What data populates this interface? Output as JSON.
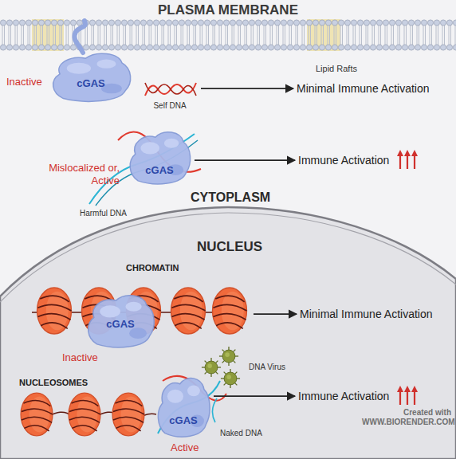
{
  "diagram": {
    "title": "PLASMA MEMBRANE",
    "nodes": [
      {
        "text": [
          "cGAS"
        ]
      },
      {
        "text": [
          "Self DNA"
        ]
      },
      {
        "text": [
          "Minimal Immune Activation"
        ]
      },
      {
        "text": [
          "cGAS"
        ]
      },
      {
        "text": [
          "Immune Activation"
        ]
      },
      {
        "text": [
          "CHROMATIN"
        ]
      },
      {
        "text": [
          "cGAS"
        ],
        "in": 5
      },
      {
        "text": [
          "Minimal Immune Activation"
        ]
      },
      {
        "text": [
          "cGAS"
        ]
      },
      {
        "text": [
          "Immune Activation"
        ]
      }
    ],
    "edges": [
      {
        "from": 1,
        "to": 2,
        "arrow": "to"
      },
      {
        "from": 3,
        "to": 4,
        "arrow": "to"
      },
      {
        "from": 5,
        "to": 7,
        "arrow": "to"
      },
      {
        "from": 8,
        "to": 9,
        "arrow": "to"
      }
    ],
    "labels": [
      "Lipid Rafts",
      "Inactive",
      "Mislocalized or, Active",
      "Harmful DNA",
      "CYTOPLASM",
      "NUCLEUS",
      "NUCLEOSOMES",
      "DNA Virus",
      "Naked DNA",
      "Active",
      "Inactive",
      "Created with WWW.BIORENDER.COM"
    ]
  }
}
